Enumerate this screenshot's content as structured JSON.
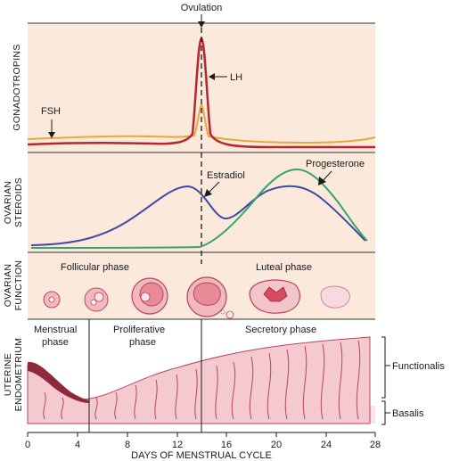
{
  "labels": {
    "ovulation": "Ovulation",
    "lh": "LH",
    "fsh": "FSH",
    "estradiol": "Estradiol",
    "progesterone": "Progesterone",
    "follicular_phase": "Follicular phase",
    "luteal_phase": "Luteal phase",
    "menstrual_phase_1": "Menstrual",
    "menstrual_phase_2": "phase",
    "proliferative_phase_1": "Proliferative",
    "proliferative_phase_2": "phase",
    "secretory_phase": "Secretory phase",
    "functionalis": "Functionalis",
    "basalis": "Basalis"
  },
  "panels": {
    "gonadotropins": "GONADOTROPINS",
    "ovarian_steroids_1": "OVARIAN",
    "ovarian_steroids_2": "STEROIDS",
    "ovarian_function_1": "OVARIAN",
    "ovarian_function_2": "FUNCTION",
    "uterine_endometrium_1": "UTERINE",
    "uterine_endometrium_2": "ENDOMETRIUM"
  },
  "x_axis": {
    "label": "DAYS OF MENSTRUAL CYCLE",
    "ticks": [
      "0",
      "4",
      "8",
      "12",
      "16",
      "20",
      "24",
      "28"
    ]
  },
  "colors": {
    "panel_bg": "#fbe9dc",
    "lh": "#b8262f",
    "fsh": "#e8a83a",
    "estradiol": "#3c4aa8",
    "progesterone": "#3aa36a",
    "tissue": "#f4c9cf",
    "tissue_dark": "#8e2a3a"
  }
}
